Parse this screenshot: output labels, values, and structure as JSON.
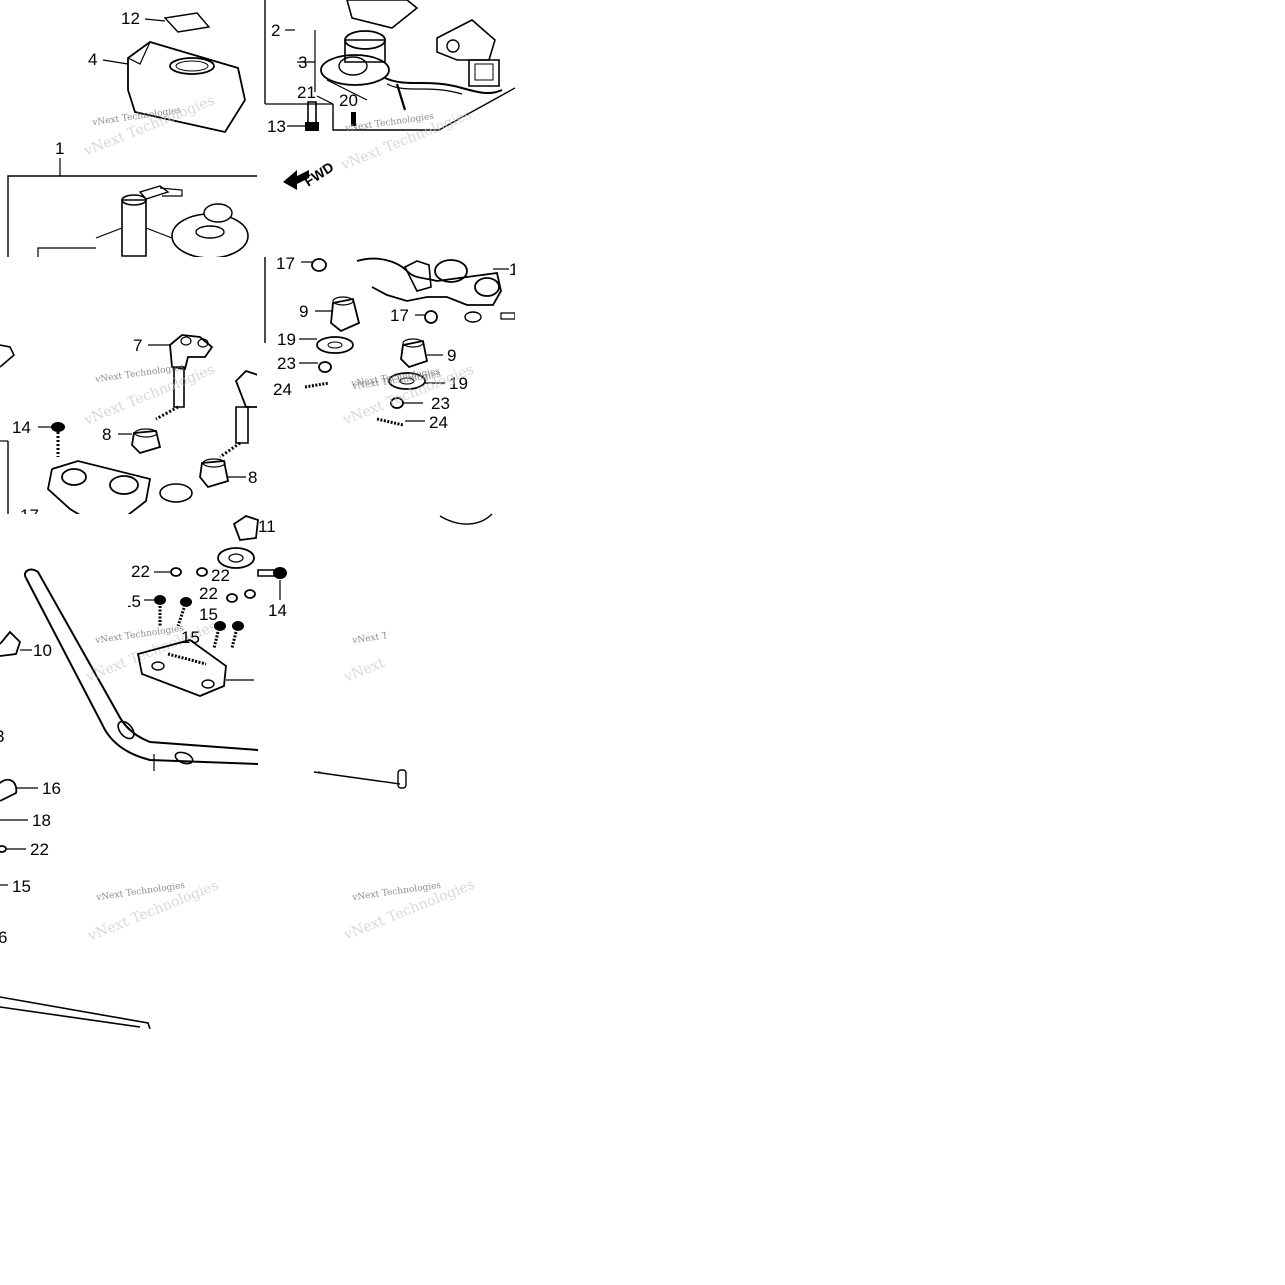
{
  "diagram": {
    "direction_label": "FWD",
    "watermark": "vNext Technologies",
    "tiles": [
      {
        "id": "top-left",
        "callouts": [
          "12",
          "4",
          "1"
        ]
      },
      {
        "id": "top-middle",
        "callouts": [
          "2",
          "3",
          "21",
          "20",
          "13"
        ]
      },
      {
        "id": "middle-left",
        "callouts": [
          "7",
          "14",
          "8",
          "8",
          "17"
        ]
      },
      {
        "id": "middle-middle",
        "callouts": [
          "17",
          "9",
          "17",
          "19",
          "23",
          "24",
          "9",
          "19",
          "23",
          "24",
          "1"
        ]
      },
      {
        "id": "center-left",
        "callouts": [
          "10",
          "3"
        ]
      },
      {
        "id": "center-middle",
        "callouts": [
          "11",
          "5",
          "22",
          "22",
          "15",
          "22",
          "15",
          "15",
          "14"
        ]
      },
      {
        "id": "bottom-left",
        "callouts": [
          "16",
          "18",
          "22",
          "15",
          "6"
        ]
      }
    ]
  }
}
